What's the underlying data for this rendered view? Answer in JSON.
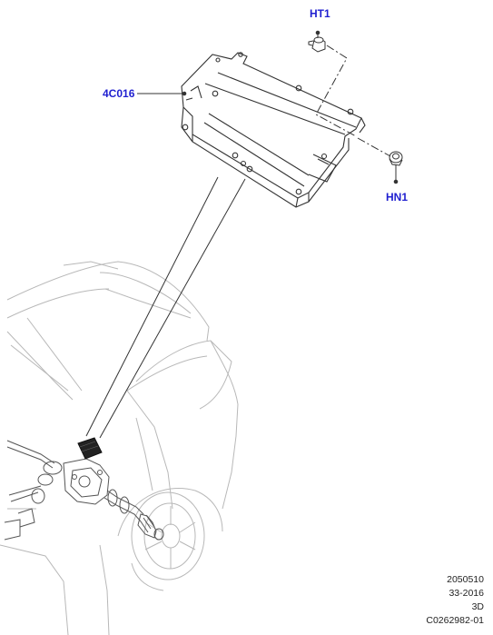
{
  "diagram": {
    "callouts": {
      "ht1": "HT1",
      "module": "4C016",
      "hn1": "HN1"
    },
    "reference": {
      "line1": "2050510",
      "line2": "33-2016",
      "line3": "3D",
      "line4": "C0262982-01"
    },
    "colors": {
      "callout_text": "#1f1fd0",
      "line_art": "#333333",
      "vehicle_art": "#b8b8b8",
      "module_icon": "#222222"
    }
  }
}
